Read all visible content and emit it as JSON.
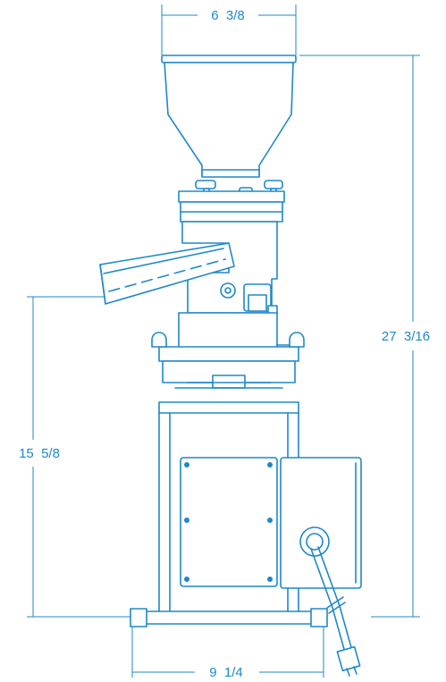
{
  "colors": {
    "line": "#1e88c8",
    "background": "#ffffff"
  },
  "dimensions": {
    "top_width": "6  3/8",
    "total_height": "27  3/16",
    "base_height": "15  5/8",
    "base_width": "9  1/4"
  }
}
